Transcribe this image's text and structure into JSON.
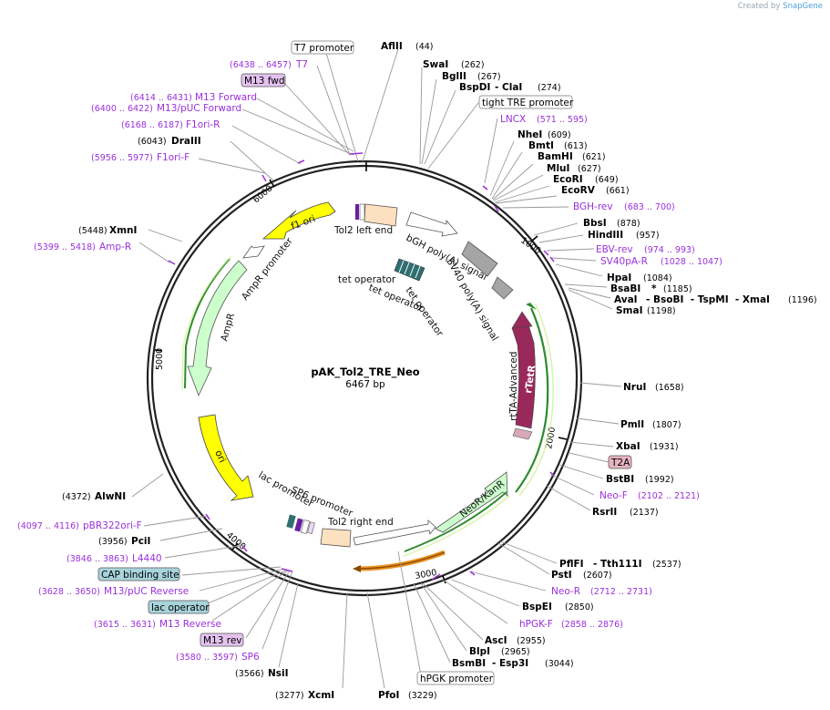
{
  "credit": {
    "prefix": "Created by",
    "brand": "SnapGene"
  },
  "plasmid": {
    "name": "pAK_Tol2_TRE_Neo",
    "length": "6467 bp"
  },
  "scale_ticks": [
    "1000",
    "2000",
    "3000",
    "4000",
    "5000",
    "6000"
  ],
  "colors": {
    "primer": "#9b30d9",
    "primer_box": "#e4c2f0",
    "cap_box": "#a8d4dc",
    "lac_box": "#a8d4dc",
    "t2a_box": "#e7b3c0",
    "yellow": "#ffff00",
    "green": "#ccffcc",
    "rtetr": "#99295a",
    "peach": "#fde0bf",
    "grey": "#a5a5a5"
  },
  "features": [
    {
      "name": "f1 ori",
      "type": "yellow-arrow"
    },
    {
      "name": "AmpR promoter",
      "type": "white-arrow"
    },
    {
      "name": "AmpR",
      "type": "green-arrow"
    },
    {
      "name": "ori",
      "type": "yellow-arrow"
    },
    {
      "name": "Tol2 left end",
      "type": "peach-box"
    },
    {
      "name": "bGH poly(A) signal",
      "type": "white-arrow"
    },
    {
      "name": "SV40 poly(A) signal",
      "type": "grey-box"
    },
    {
      "name": "tet operator",
      "type": "teal"
    },
    {
      "name": "tet operator",
      "type": "teal"
    },
    {
      "name": "tet operator",
      "type": "teal"
    },
    {
      "name": "rtTA-Advanced",
      "type": "green-orf"
    },
    {
      "name": "rTetR",
      "type": "rtetr"
    },
    {
      "name": "NeoR/KanR",
      "type": "green-arrow"
    },
    {
      "name": "Tol2 right end",
      "type": "peach-box"
    },
    {
      "name": "lac promoter",
      "type": "white"
    },
    {
      "name": "SP6 promoter",
      "type": "white"
    }
  ],
  "sites": [
    {
      "name": "AflII",
      "pos": "(44)"
    },
    {
      "name": "SwaI",
      "pos": "(262)"
    },
    {
      "name": "BglII",
      "pos": "(267)"
    },
    {
      "name": "BspDI",
      "extra": "- ClaI",
      "pos": "(274)"
    },
    {
      "name": "NheI",
      "pos": "(609)"
    },
    {
      "name": "BmtI",
      "pos": "(613)"
    },
    {
      "name": "BamHI",
      "pos": "(621)"
    },
    {
      "name": "MluI",
      "pos": "(627)"
    },
    {
      "name": "EcoRI",
      "pos": "(649)"
    },
    {
      "name": "EcoRV",
      "pos": "(661)"
    },
    {
      "name": "BbsI",
      "pos": "(878)"
    },
    {
      "name": "HindIII",
      "pos": "(957)"
    },
    {
      "name": "HpaI",
      "pos": "(1084)"
    },
    {
      "name": "BsaBI",
      "extra": "*",
      "pos": "(1185)"
    },
    {
      "name": "AvaI",
      "extra": "- BsoBI  - TspMI  - XmaI",
      "pos": "(1196)"
    },
    {
      "name": "SmaI",
      "pos": "(1198)"
    },
    {
      "name": "NruI",
      "pos": "(1658)"
    },
    {
      "name": "PmlI",
      "pos": "(1807)"
    },
    {
      "name": "XbaI",
      "pos": "(1931)"
    },
    {
      "name": "BstBI",
      "pos": "(1992)"
    },
    {
      "name": "RsrII",
      "pos": "(2137)"
    },
    {
      "name": "PflFI",
      "extra": "- Tth111I",
      "pos": "(2537)"
    },
    {
      "name": "PstI",
      "pos": "(2607)"
    },
    {
      "name": "BspEI",
      "pos": "(2850)"
    },
    {
      "name": "AscI",
      "pos": "(2955)"
    },
    {
      "name": "BlpI",
      "pos": "(2965)"
    },
    {
      "name": "BsmBI",
      "extra": "- Esp3I",
      "pos": "(3044)"
    },
    {
      "name": "PfoI",
      "pos": "(3229)"
    },
    {
      "name": "XcmI",
      "pos": "(3277)"
    },
    {
      "name": "NsiI",
      "pos": "(3566)"
    },
    {
      "name": "PciI",
      "pos": "(3956)"
    },
    {
      "name": "AlwNI",
      "pos": "(4372)"
    },
    {
      "name": "XmnI",
      "pos": "(5448)"
    },
    {
      "name": "DraIII",
      "pos": "(6043)"
    }
  ],
  "primers": [
    {
      "name": "T7",
      "pos": "(6438 .. 6457)"
    },
    {
      "name": "M13 Forward",
      "pos": "(6414 .. 6431)"
    },
    {
      "name": "M13/pUC Forward",
      "pos": "(6400 .. 6422)"
    },
    {
      "name": "F1ori-R",
      "pos": "(6168 .. 6187)"
    },
    {
      "name": "F1ori-F",
      "pos": "(5956 .. 5977)"
    },
    {
      "name": "Amp-R",
      "pos": "(5399 .. 5418)"
    },
    {
      "name": "LNCX",
      "pos": "(571 .. 595)"
    },
    {
      "name": "BGH-rev",
      "pos": "(683 .. 700)"
    },
    {
      "name": "EBV-rev",
      "pos": "(974 .. 993)"
    },
    {
      "name": "SV40pA-R",
      "pos": "(1028 .. 1047)"
    },
    {
      "name": "Neo-F",
      "pos": "(2102 .. 2121)"
    },
    {
      "name": "Neo-R",
      "pos": "(2712 .. 2731)"
    },
    {
      "name": "hPGK-F",
      "pos": "(2858 .. 2876)"
    },
    {
      "name": "pBR322ori-F",
      "pos": "(4097 .. 4116)"
    },
    {
      "name": "L4440",
      "pos": "(3846 .. 3863)"
    },
    {
      "name": "M13/pUC Reverse",
      "pos": "(3628 .. 3650)"
    },
    {
      "name": "M13 Reverse",
      "pos": "(3615 .. 3631)"
    },
    {
      "name": "SP6",
      "pos": "(3580 .. 3597)"
    }
  ],
  "boxed_labels": [
    {
      "name": "T7 promoter"
    },
    {
      "name": "M13 fwd"
    },
    {
      "name": "tight TRE promoter"
    },
    {
      "name": "T2A"
    },
    {
      "name": "CAP binding site"
    },
    {
      "name": "lac operator"
    },
    {
      "name": "M13 rev"
    },
    {
      "name": "hPGK promoter"
    }
  ]
}
